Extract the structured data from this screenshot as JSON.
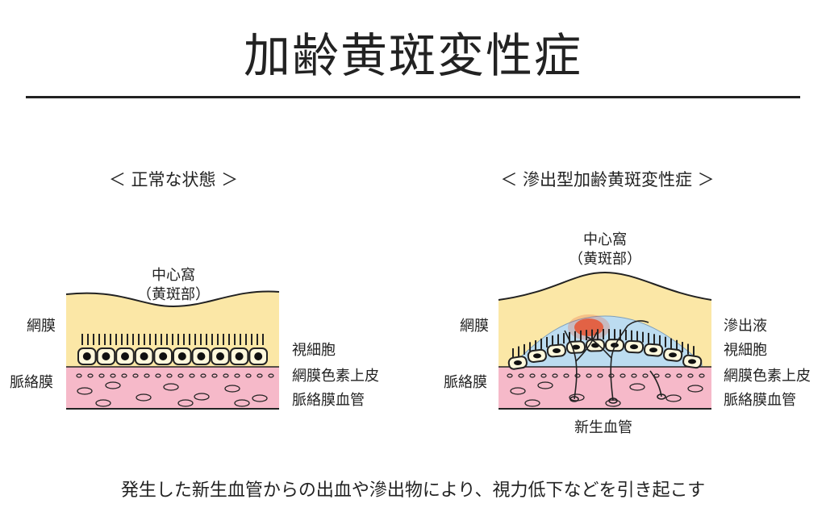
{
  "title": "加齢黄斑変性症",
  "left_panel": {
    "heading": "＜ 正常な状態 ＞",
    "fovea_line1": "中心窩",
    "fovea_line2": "（黄斑部）",
    "label_retina": "網膜",
    "label_choroid": "脈絡膜",
    "label_photoreceptor": "視細胞",
    "label_rpe": "網膜色素上皮",
    "label_vessel": "脈絡膜血管"
  },
  "right_panel": {
    "heading": "＜ 滲出型加齢黄斑変性症 ＞",
    "fovea_line1": "中心窩",
    "fovea_line2": "（黄斑部）",
    "label_hemorrhage": "出血",
    "label_retina": "網膜",
    "label_choroid": "脈絡膜",
    "label_exudate": "滲出液",
    "label_photoreceptor": "視細胞",
    "label_rpe": "網膜色素上皮",
    "label_vessel": "脈絡膜血管",
    "label_neovessel": "新生血管"
  },
  "footer": "発生した新生血管からの出血や滲出物により、視力低下などを引き起こす",
  "colors": {
    "retina": "#fbe7a6",
    "choroid": "#f6b9c9",
    "exudate": "#bcdcf0",
    "hemorrhage": "#e8522f",
    "line": "#222222"
  }
}
